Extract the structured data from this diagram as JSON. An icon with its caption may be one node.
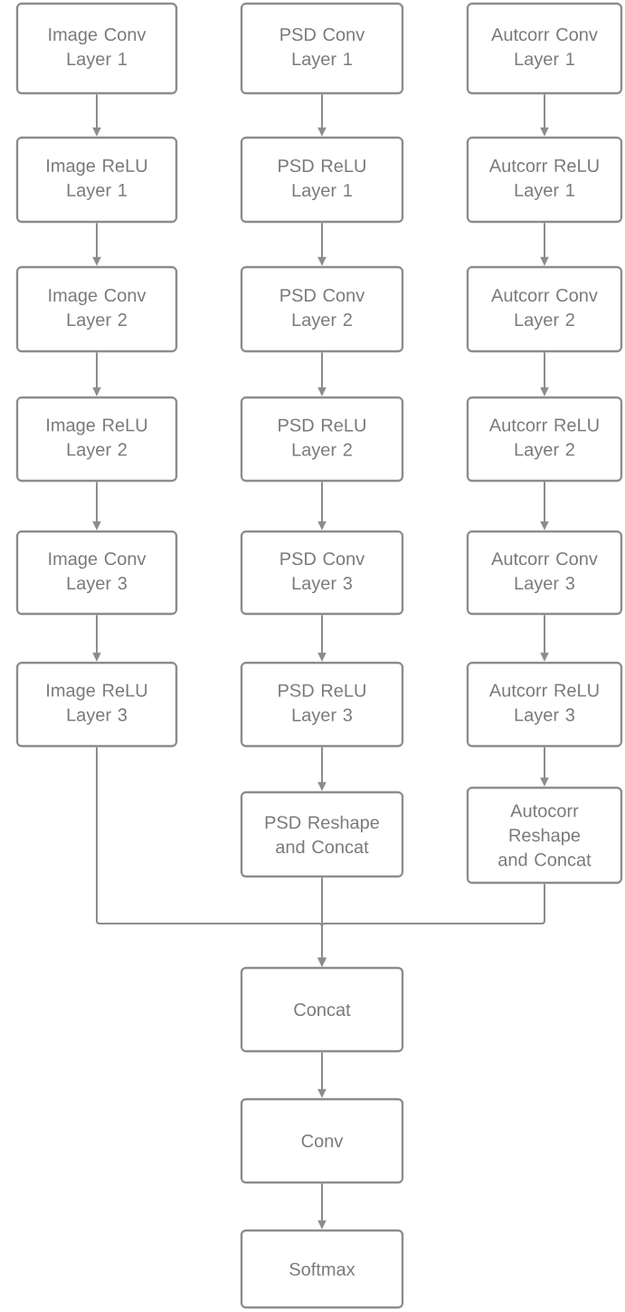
{
  "diagram": {
    "nodes": [
      {
        "text": [
          "Image Conv Layer 1"
        ]
      },
      {
        "text": [
          "PSD Conv Layer 1"
        ]
      },
      {
        "text": [
          "Autcorr Conv Layer 1"
        ]
      },
      {
        "text": [
          "Image ReLU Layer 1"
        ]
      },
      {
        "text": [
          "PSD ReLU Layer 1"
        ]
      },
      {
        "text": [
          "Autcorr ReLU Layer 1"
        ]
      },
      {
        "text": [
          "Image Conv Layer 2"
        ]
      },
      {
        "text": [
          "PSD Conv Layer 2"
        ]
      },
      {
        "text": [
          "Autcorr Conv Layer 2"
        ]
      },
      {
        "text": [
          "Image ReLU Layer 2"
        ]
      },
      {
        "text": [
          "PSD ReLU Layer 2"
        ]
      },
      {
        "text": [
          "Autcorr ReLU Layer 2"
        ]
      },
      {
        "text": [
          "Image Conv Layer 3"
        ]
      },
      {
        "text": [
          "PSD Conv Layer 3"
        ]
      },
      {
        "text": [
          "Autcorr Conv Layer 3"
        ]
      },
      {
        "text": [
          "Image ReLU Layer 3"
        ]
      },
      {
        "text": [
          "PSD ReLU Layer 3"
        ]
      },
      {
        "text": [
          "Autcorr ReLU Layer 3"
        ]
      },
      {
        "text": [
          "PSD Reshape and Concat"
        ]
      },
      {
        "text": [
          "Autocorr Reshape and Concat"
        ]
      },
      {
        "text": [
          "Concat"
        ]
      },
      {
        "text": [
          "Conv"
        ]
      },
      {
        "text": [
          "Softmax"
        ]
      }
    ],
    "edges": [
      {
        "from": 0,
        "to": 3,
        "arrow": "to"
      },
      {
        "from": 3,
        "to": 6,
        "arrow": "to"
      },
      {
        "from": 6,
        "to": 9,
        "arrow": "to"
      },
      {
        "from": 9,
        "to": 12,
        "arrow": "to"
      },
      {
        "from": 12,
        "to": 15,
        "arrow": "to"
      },
      {
        "from": 1,
        "to": 4,
        "arrow": "to"
      },
      {
        "from": 4,
        "to": 7,
        "arrow": "to"
      },
      {
        "from": 7,
        "to": 10,
        "arrow": "to"
      },
      {
        "from": 10,
        "to": 13,
        "arrow": "to"
      },
      {
        "from": 13,
        "to": 16,
        "arrow": "to"
      },
      {
        "from": 16,
        "to": 18,
        "arrow": "to"
      },
      {
        "from": 2,
        "to": 5,
        "arrow": "to"
      },
      {
        "from": 5,
        "to": 8,
        "arrow": "to"
      },
      {
        "from": 8,
        "to": 11,
        "arrow": "to"
      },
      {
        "from": 11,
        "to": 14,
        "arrow": "to"
      },
      {
        "from": 14,
        "to": 17,
        "arrow": "to"
      },
      {
        "from": 17,
        "to": 19,
        "arrow": "to"
      },
      {
        "from": 15,
        "to": 20,
        "arrow": "to"
      },
      {
        "from": 18,
        "to": 20,
        "arrow": "to"
      },
      {
        "from": 19,
        "to": 20,
        "arrow": "to"
      },
      {
        "from": 20,
        "to": 21,
        "arrow": "to"
      },
      {
        "from": 21,
        "to": 22,
        "arrow": "to"
      }
    ]
  }
}
